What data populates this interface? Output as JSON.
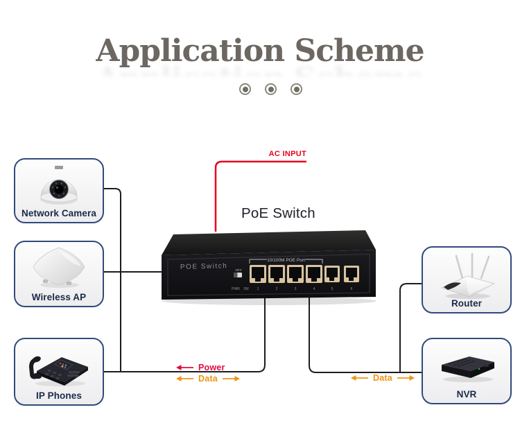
{
  "header": {
    "title": "Application Scheme",
    "title_color": "#6c6761",
    "bullet_count": 3
  },
  "diagram": {
    "ac_input": {
      "label": "AC INPUT",
      "color": "#e8001f"
    },
    "switch": {
      "label": "PoE Switch",
      "device_text": "POE Switch",
      "port_group_label": "10/100M POE Port",
      "toggle_label": "OFF",
      "poe_port_count": 4,
      "uplink_port_count": 2,
      "bottom_labels": [
        "PWR",
        "2W",
        "1",
        "2",
        "3",
        "4",
        "5",
        "6"
      ]
    },
    "devices": [
      {
        "id": "network-camera",
        "label": "Network Camera"
      },
      {
        "id": "wireless-ap",
        "label": "Wireless AP"
      },
      {
        "id": "ip-phones",
        "label": "IP Phones"
      },
      {
        "id": "router",
        "label": "Router"
      },
      {
        "id": "nvr",
        "label": "NVR"
      }
    ],
    "flow": {
      "power": {
        "text": "Power",
        "color": "#e50a41",
        "arrows": "left"
      },
      "data_left": {
        "text": "Data",
        "color": "#ef9414",
        "arrows": "both"
      },
      "data_right": {
        "text": "Data",
        "color": "#ef9414",
        "arrows": "both"
      }
    },
    "line_color": "#1c1c1c",
    "card_border_color": "#31497c"
  }
}
